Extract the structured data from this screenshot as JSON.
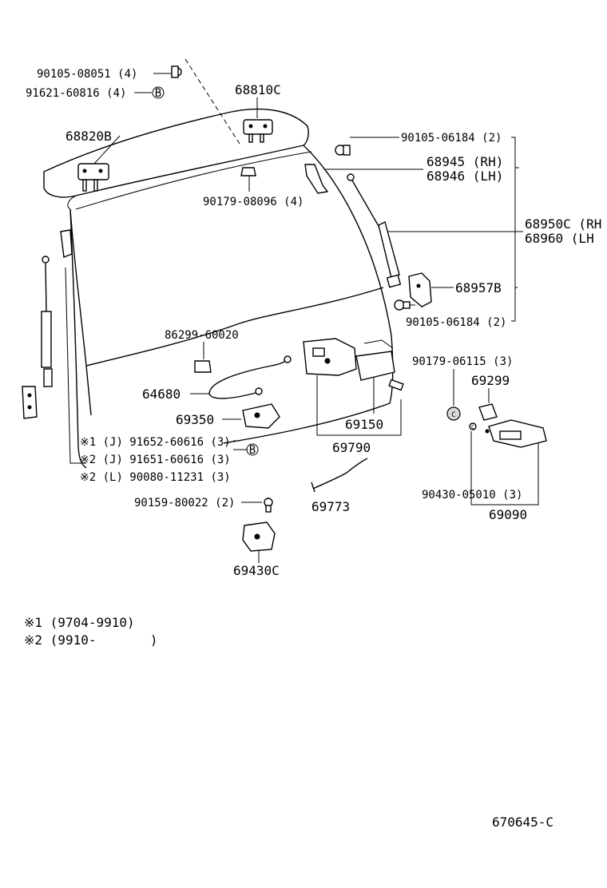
{
  "labels": {
    "p90105_08051": "90105-08051 (4)",
    "p91621_60816": "91621-60816 (4)",
    "p68810C": "68810C",
    "p68820B": "68820B",
    "p90179_08096": "90179-08096 (4)",
    "p90105_06184_top": "90105-06184 (2)",
    "p68945": "68945 (RH)",
    "p68946": "68946 (LH)",
    "p68950C": "68950C (RH",
    "p68960": "68960   (LH",
    "p68957B": "68957B",
    "p90105_06184_bot": "90105-06184 (2)",
    "p86299_60020": "86299-60020",
    "p90179_06115": "90179-06115 (3)",
    "p64680": "64680",
    "p69299": "69299",
    "p69350": "69350",
    "p69150": "69150",
    "p91652_60616": "※1 (J) 91652-60616 (3)",
    "p91651_60616": "※2 (J) 91651-60616 (3)",
    "p90080_11231": "※2 (L) 90080-11231 (3)",
    "p69790": "69790",
    "p90159_80022": "90159-80022 (2)",
    "p69773": "69773",
    "p90430_05010": "90430-05010 (3)",
    "p69090": "69090",
    "p69430C": "69430C"
  },
  "callouts": {
    "b1": "B",
    "b2": "B",
    "c1": "C",
    "c2": "C"
  },
  "notes": {
    "note1": "※1 (9704-9910)",
    "note2": "※2 (9910-       )"
  },
  "figure_code": "670645-C"
}
